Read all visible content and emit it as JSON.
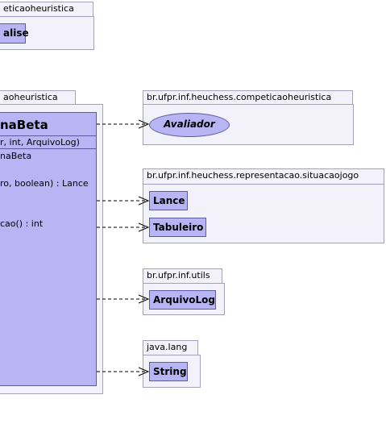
{
  "top_package": {
    "tab": "eticaoheuristica",
    "class_label": "alise"
  },
  "main_package": {
    "tab": "aoheuristica",
    "class": {
      "name": "naBeta",
      "constructor": "r, int, ArquivoLog)",
      "attribute": "naBeta",
      "method1": "ro, boolean) : Lance",
      "method2": "cao() : int"
    }
  },
  "packages": [
    {
      "name": "br.ufpr.inf.heuchess.competicaoheuristica",
      "items": [
        {
          "label": "Avaliador",
          "kind": "interface"
        }
      ]
    },
    {
      "name": "br.ufpr.inf.heuchess.representacao.situacaojogo",
      "items": [
        {
          "label": "Lance",
          "kind": "class"
        },
        {
          "label": "Tabuleiro",
          "kind": "class"
        }
      ]
    },
    {
      "name": "br.ufpr.inf.utils",
      "items": [
        {
          "label": "ArquivoLog",
          "kind": "class"
        }
      ]
    },
    {
      "name": "java.lang",
      "items": [
        {
          "label": "String",
          "kind": "class"
        }
      ]
    }
  ],
  "colors": {
    "package_fill": "#f3f1f9",
    "package_border": "#a3a1bd",
    "class_fill": "#b7b5f3",
    "class_border": "#5e5ca0"
  }
}
